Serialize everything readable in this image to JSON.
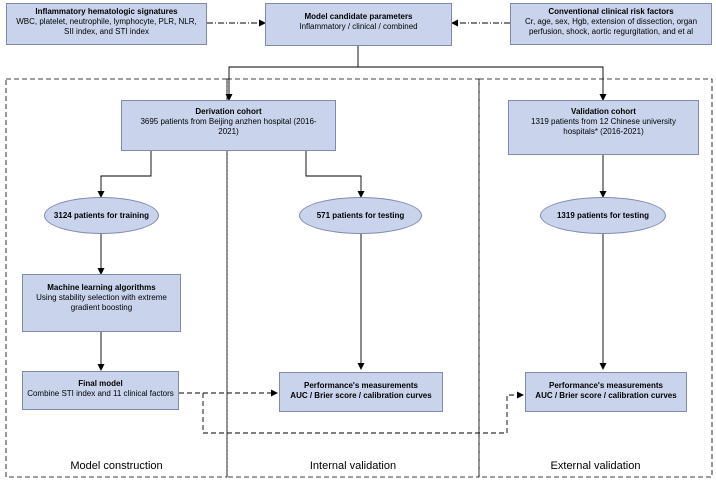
{
  "top": {
    "inflammatory": {
      "title": "Inflammatory hematologic signatures",
      "body": "WBC, platelet, neutrophile, lymphocyte, PLR, NLR, SII index, and STI index"
    },
    "model": {
      "title": "Model candidate parameters",
      "body": "Inflammatory / clinical / combined"
    },
    "conventional": {
      "title": "Conventional clinical risk factors",
      "body": "Cr, age, sex, Hgb, extension of dissection, organ perfusion, shock, aortic regurgitation, and et al"
    }
  },
  "derivation": {
    "title": "Derivation cohort",
    "body": "3695 patients from Beijing anzhen hospital (2016-2021)"
  },
  "validation": {
    "title": "Validation cohort",
    "body": "1319 patients from 12 Chinese university hospitals* (2016-2021)"
  },
  "ovals": {
    "training": "3124 patients for training",
    "testing_internal": "571 patients for testing",
    "testing_external": "1319 patients for testing"
  },
  "ml": {
    "title": "Machine learning algorithms",
    "body": "Using stability selection with extreme gradient boosting"
  },
  "final_model": {
    "title": "Final model",
    "body": "Combine STI index and 11 clinical factors"
  },
  "performance_internal": {
    "title": "Performance's measurements",
    "body": "AUC / Brier score / calibration curves"
  },
  "performance_external": {
    "title": "Performance's measurements",
    "body": "AUC / Brier score / calibration curves"
  },
  "sections": {
    "construction": "Model construction",
    "internal": "Internal validation",
    "external": "External validation"
  }
}
